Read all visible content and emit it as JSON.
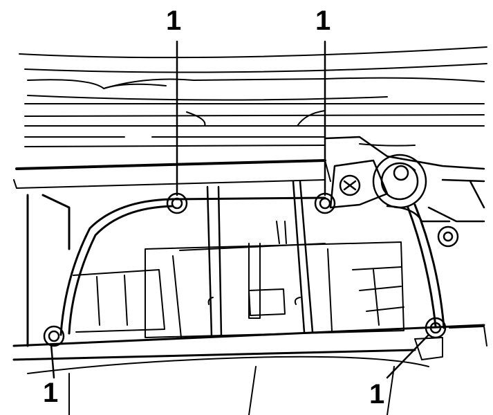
{
  "callouts": {
    "top_left": "1",
    "top_right": "1",
    "bottom_left": "1",
    "bottom_right": "1"
  },
  "colors": {
    "ink": "#000000",
    "paper": "#ffffff"
  }
}
